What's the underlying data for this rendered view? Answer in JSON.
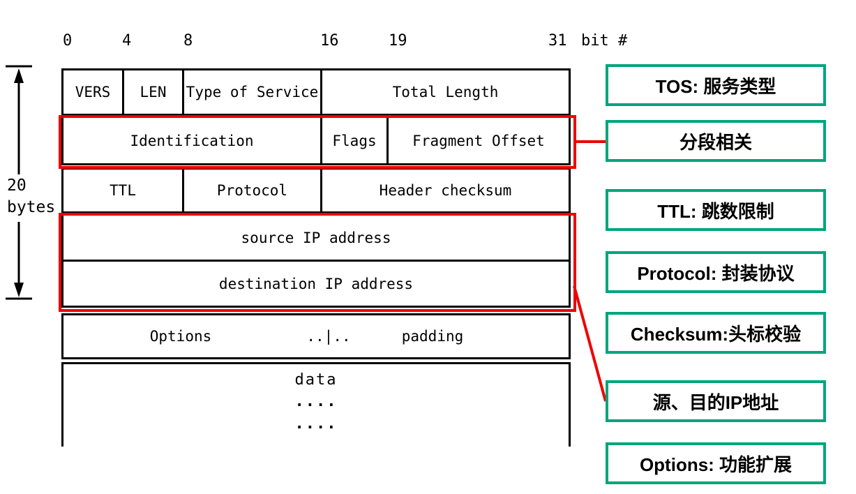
{
  "axis": {
    "b0": "0",
    "b4": "4",
    "b8": "8",
    "b16": "16",
    "b19": "19",
    "b31": "31",
    "suffix": "bit #"
  },
  "bracket": {
    "value": "20",
    "unit": "bytes"
  },
  "header": {
    "vers": "VERS",
    "len": "LEN",
    "tos": "Type of Service",
    "total_length": "Total Length",
    "identification": "Identification",
    "flags": "Flags",
    "fragment_offset": "Fragment Offset",
    "ttl": "TTL",
    "protocol": "Protocol",
    "header_checksum": "Header checksum",
    "source": "source IP address",
    "destination": "destination IP address",
    "options": "Options",
    "options_separator": "..|..",
    "padding": "padding",
    "data": "data",
    "dots": "...."
  },
  "annotations": [
    "TOS: 服务类型",
    "分段相关",
    "TTL: 跳数限制",
    "Protocol: 封装协议",
    "Checksum:头标校验",
    "源、目的IP地址",
    "Options: 功能扩展"
  ],
  "colors": {
    "highlight_red": "#ee0000",
    "annotation_green": "#00a57c"
  }
}
